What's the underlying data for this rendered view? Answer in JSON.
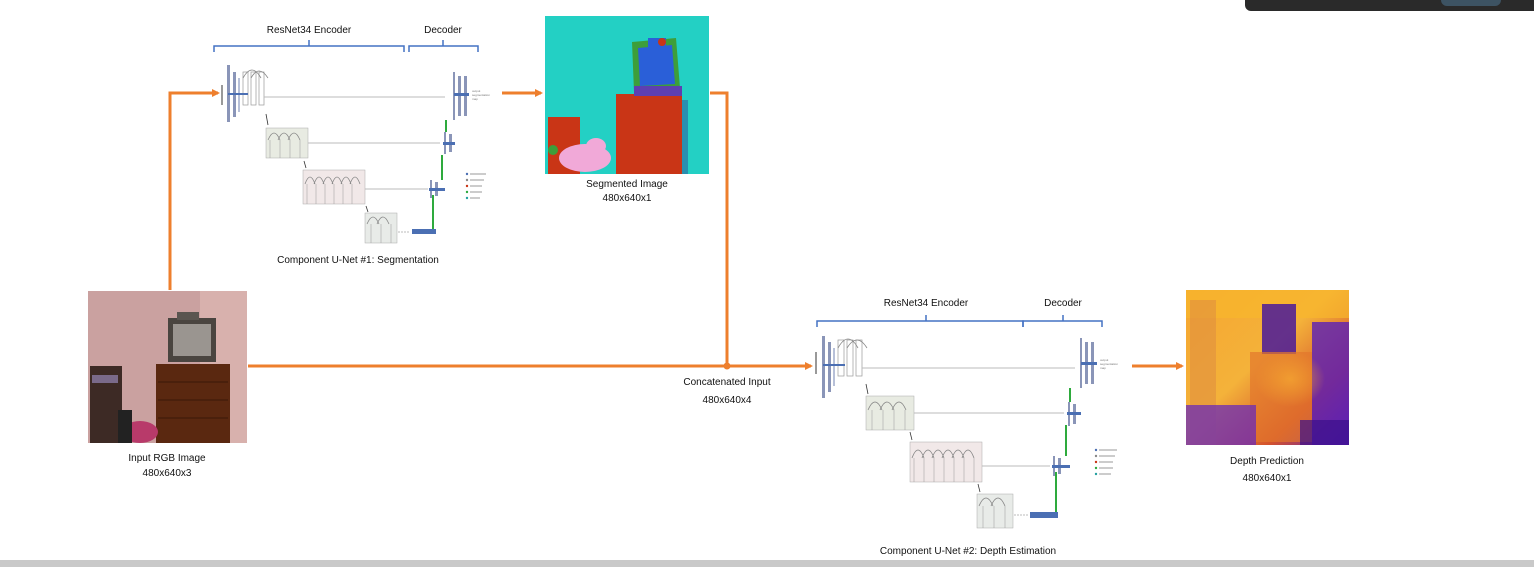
{
  "colors": {
    "arrow": "#ee7f2d",
    "bracket": "#4472c4",
    "encoder_block": "#8a95b8",
    "decoder_block": "#4b6fb3",
    "skip_green": "#2eaa3d",
    "segmentation": {
      "background": "#23d0c4",
      "dresser": "#c93516",
      "monitor": "#2a5fd8",
      "sofa_pink": "#f1a9d8",
      "green": "#3d9e3a"
    },
    "depth": {
      "far_yellow": "#f8b62c",
      "mid_orange": "#e8772c",
      "near_purple": "#6f2bd3",
      "deep_purple": "#3a0f8a"
    }
  },
  "icons": {
    "input_photo": "bedroom-photo",
    "segmentation_map": "segmentation-map",
    "depth_map": "depth-map"
  },
  "unet1": {
    "encoder_label": "ResNet34 Encoder",
    "decoder_label": "Decoder",
    "caption": "Component U-Net #1: Segmentation"
  },
  "unet2": {
    "encoder_label": "ResNet34 Encoder",
    "decoder_label": "Decoder",
    "caption": "Component U-Net #2: Depth Estimation"
  },
  "segmented": {
    "label": "Segmented Image",
    "dims": "480x640x1"
  },
  "input": {
    "label": "Input RGB Image",
    "dims": "480x640x3"
  },
  "concat": {
    "label": "Concatenated Input",
    "dims": "480x640x4"
  },
  "depth": {
    "label": "Depth Prediction",
    "dims": "480x640x1"
  }
}
